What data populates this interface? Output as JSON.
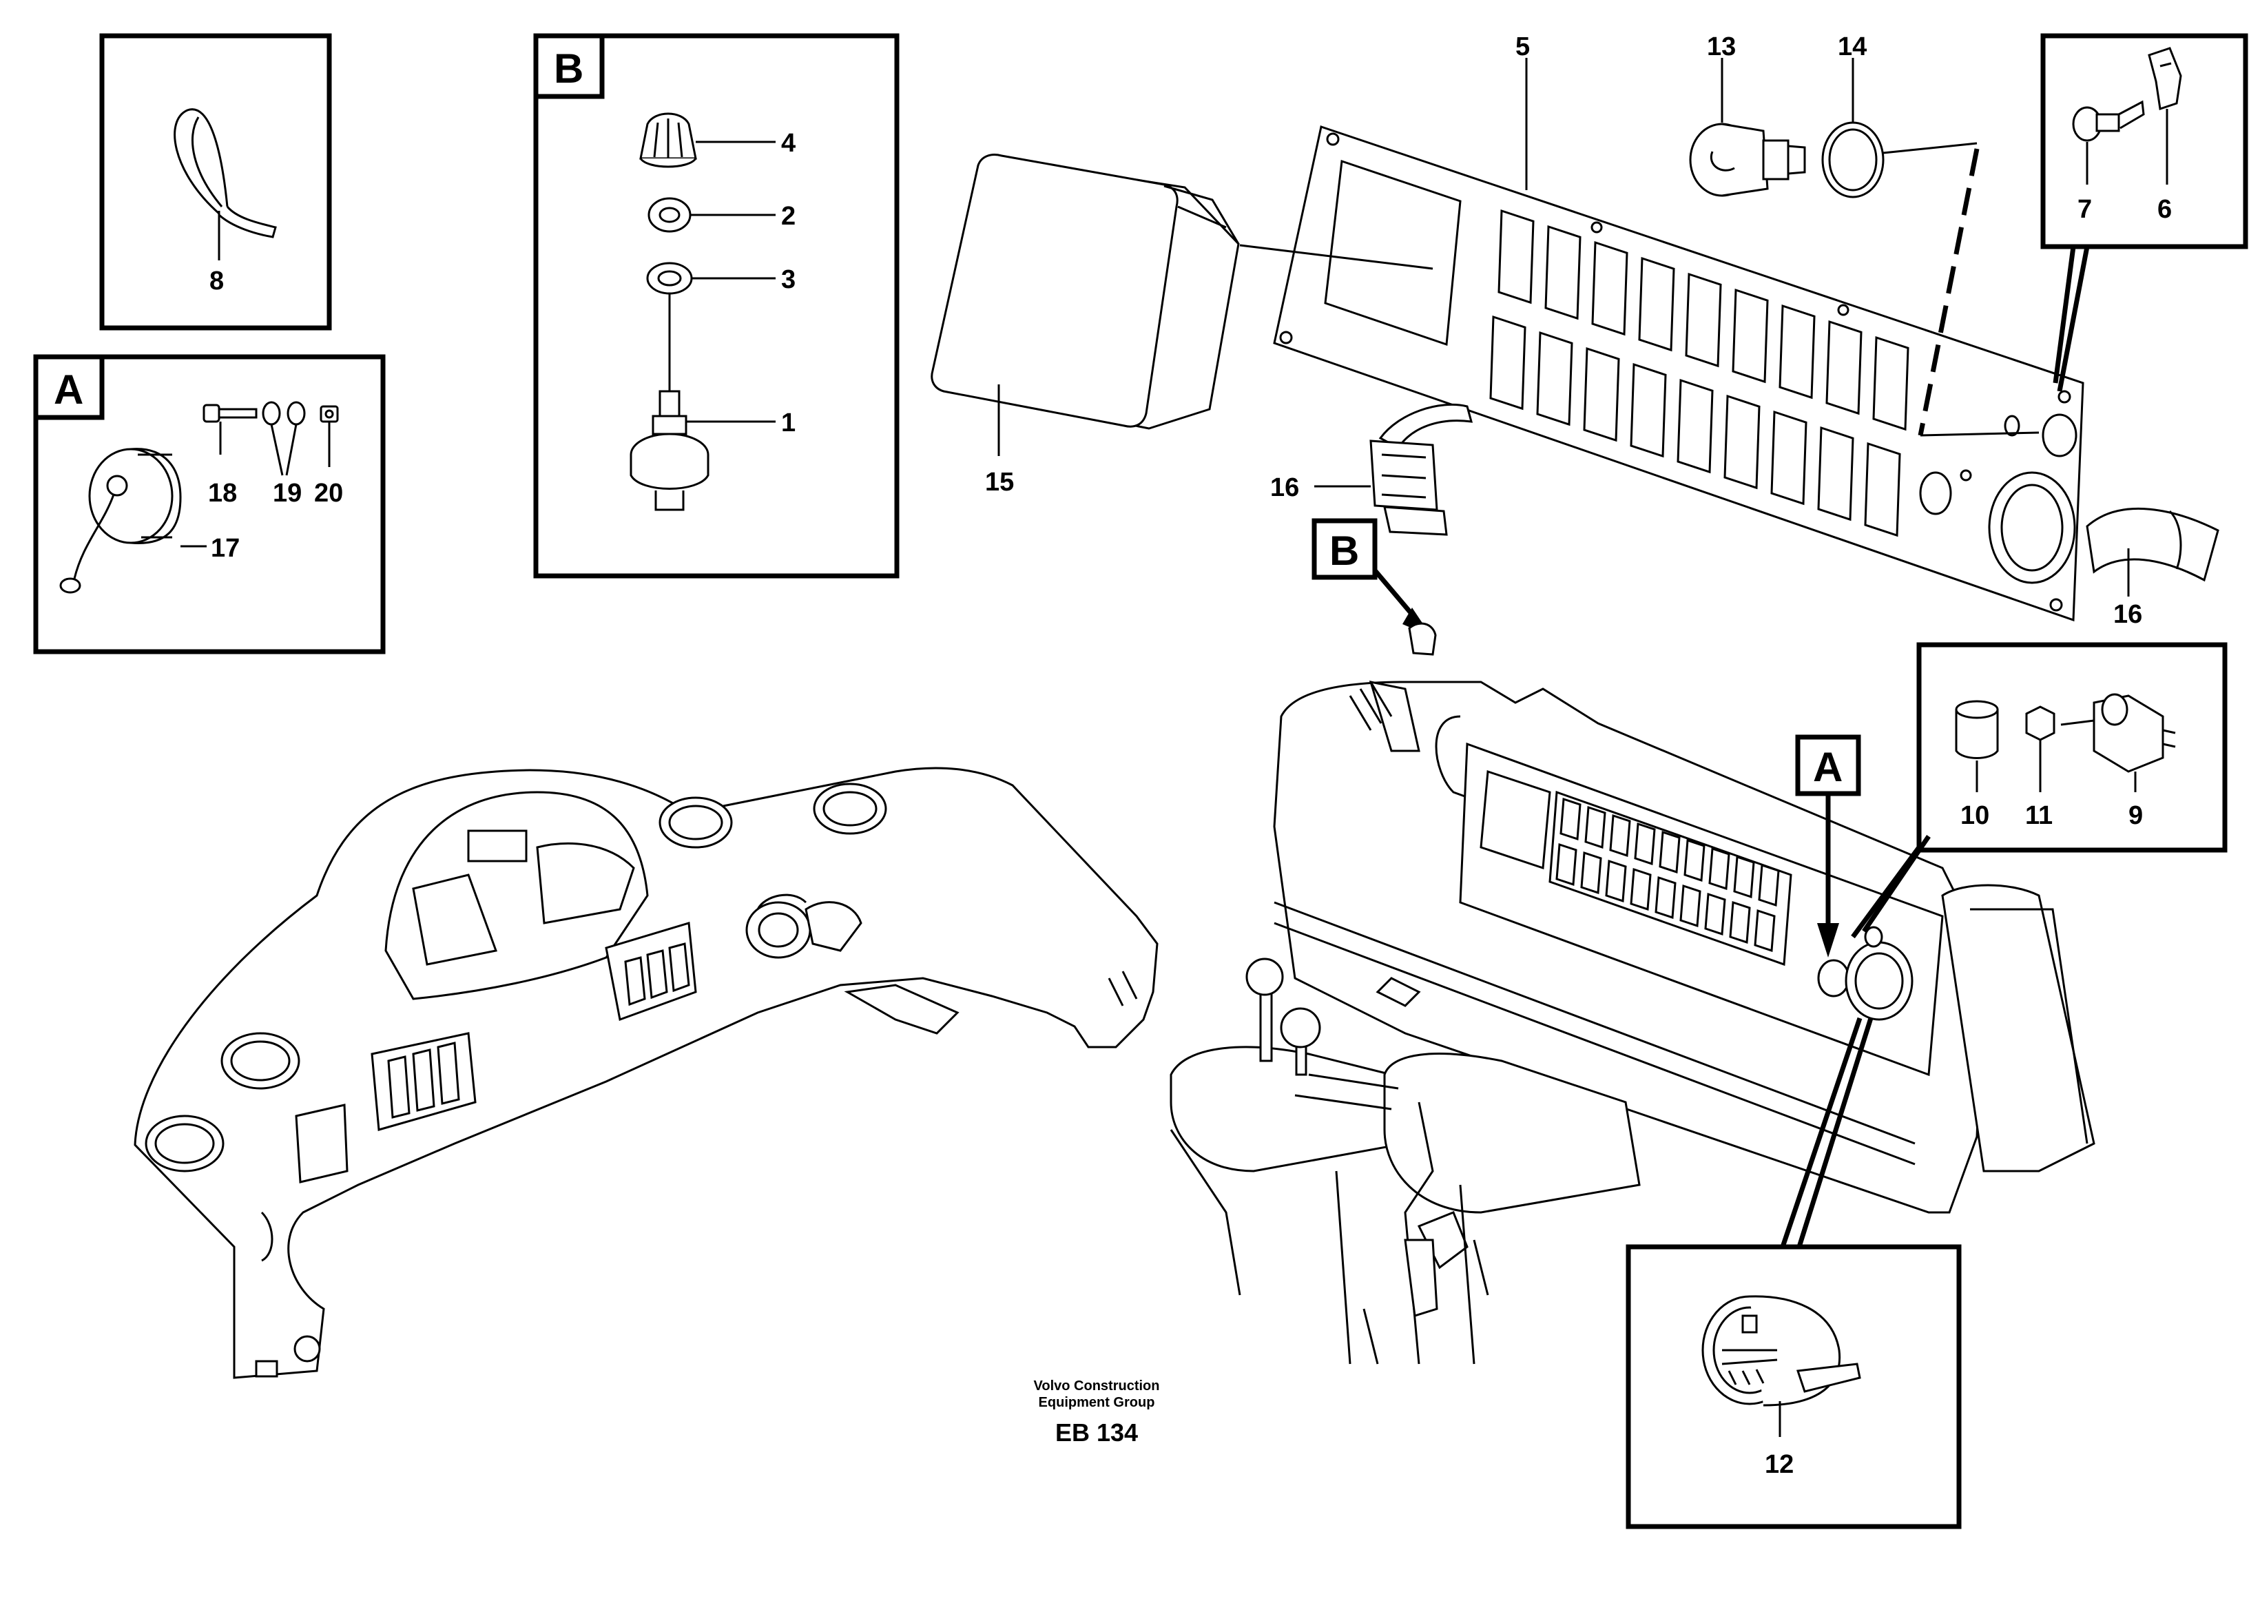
{
  "callouts": [
    "1",
    "2",
    "3",
    "4",
    "5",
    "6",
    "7",
    "8",
    "9",
    "10",
    "11",
    "12",
    "13",
    "14",
    "15",
    "16",
    "17",
    "18",
    "19",
    "20"
  ],
  "detail_letters": {
    "a": "A",
    "b": "B"
  },
  "footer": {
    "company_line1": "Volvo Construction",
    "company_line2": "Equipment Group",
    "code": "EB 134"
  }
}
